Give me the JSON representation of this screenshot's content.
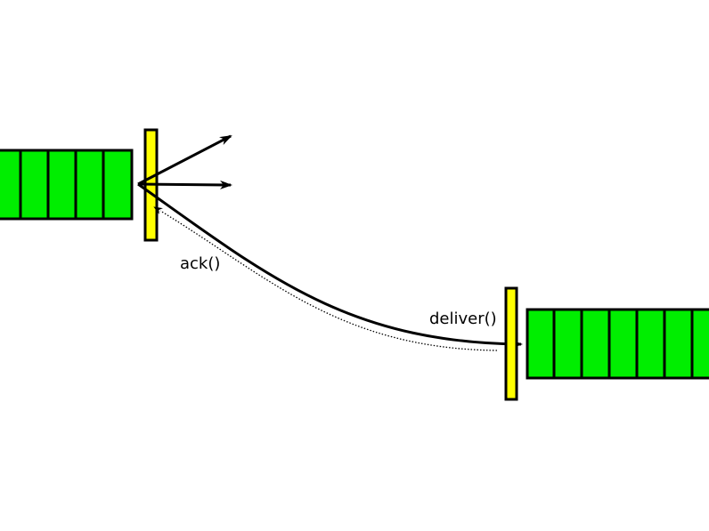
{
  "labels": {
    "ack": "ack()",
    "deliver": "deliver()"
  },
  "colors": {
    "queue_fill": "#00ee00",
    "gate_fill": "#ffff00",
    "stroke": "#000000"
  },
  "left_queue": {
    "cells": 5
  },
  "right_queue": {
    "cells": 7
  }
}
